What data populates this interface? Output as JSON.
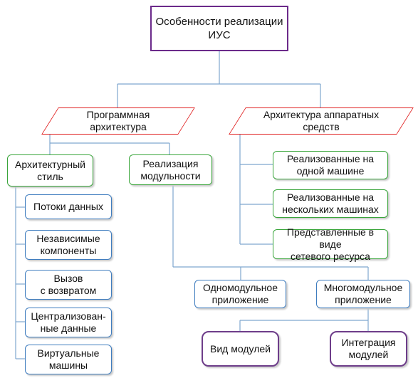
{
  "diagram": {
    "root": "Особенности реализации\nИУС",
    "software_arch": "Программная\nархитектура",
    "hardware_arch": "Архитектура аппаратных\nсредств",
    "arch_style": "Архитектурный\nстиль",
    "modularity": "Реализация\nмодульности",
    "styles": [
      "Потоки данных",
      "Независимые\nкомпоненты",
      "Вызов\nс возвратом",
      "Централизован-\nные данные",
      "Виртуальные\nмашины"
    ],
    "hardware_items": [
      "Реализованные на\nодной машине",
      "Реализованные на\nнескольких машинах",
      "Представленные в виде\nсетевого ресурса"
    ],
    "single_module": "Одномодульное\nприложение",
    "multi_module": "Многомодульное\nприложение",
    "module_view": "Вид модулей",
    "module_integration": "Интеграция\nмодулей"
  },
  "colors": {
    "root_border": "#6b2a8a",
    "parallelogram_border": "#e02020",
    "green_border": "#39a53a",
    "blue_border": "#3f7dbf",
    "purple_border": "#6e3d8a",
    "connector": "#7fa7cf"
  }
}
